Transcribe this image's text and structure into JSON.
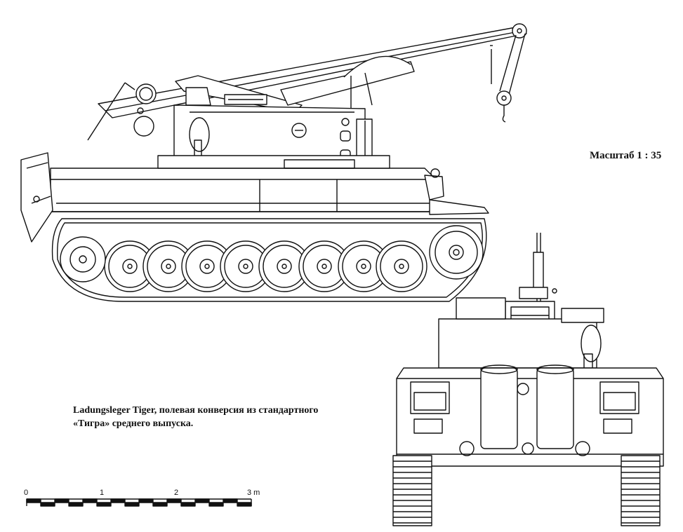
{
  "scale": {
    "label": "Масштаб 1 : 35"
  },
  "caption": {
    "line1": "Ladungsleger Tiger, полевая конверсия из стандартного",
    "line2": "«Тигра» среднего выпуска."
  },
  "scale_bar": {
    "ticks": [
      "0",
      "1",
      "2",
      "3 m"
    ]
  }
}
